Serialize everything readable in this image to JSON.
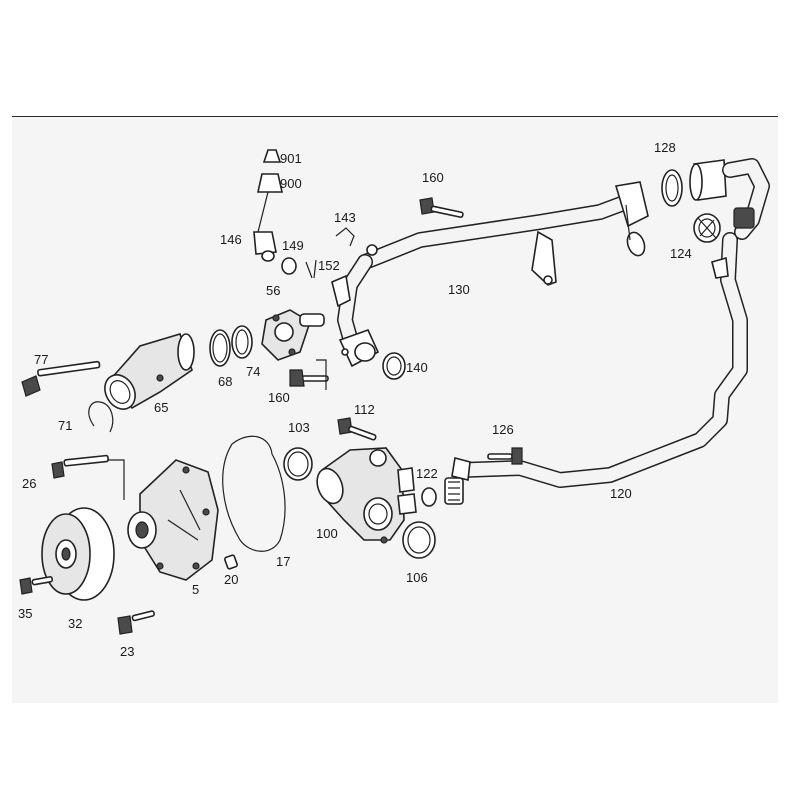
{
  "diagram": {
    "labels": {
      "l901": "901",
      "l900": "900",
      "l146": "146",
      "l149": "149",
      "l152": "152",
      "l143": "143",
      "l160a": "160",
      "l128": "128",
      "l124": "124",
      "l130": "130",
      "l56": "56",
      "l68": "68",
      "l74": "74",
      "l65": "65",
      "l77": "77",
      "l71": "71",
      "l160b": "160",
      "l140": "140",
      "l103": "103",
      "l112": "112",
      "l126": "126",
      "l122": "122",
      "l120": "120",
      "l26": "26",
      "l100": "100",
      "l106": "106",
      "l17": "17",
      "l20": "20",
      "l5": "5",
      "l32": "32",
      "l35": "35",
      "l23": "23"
    }
  }
}
